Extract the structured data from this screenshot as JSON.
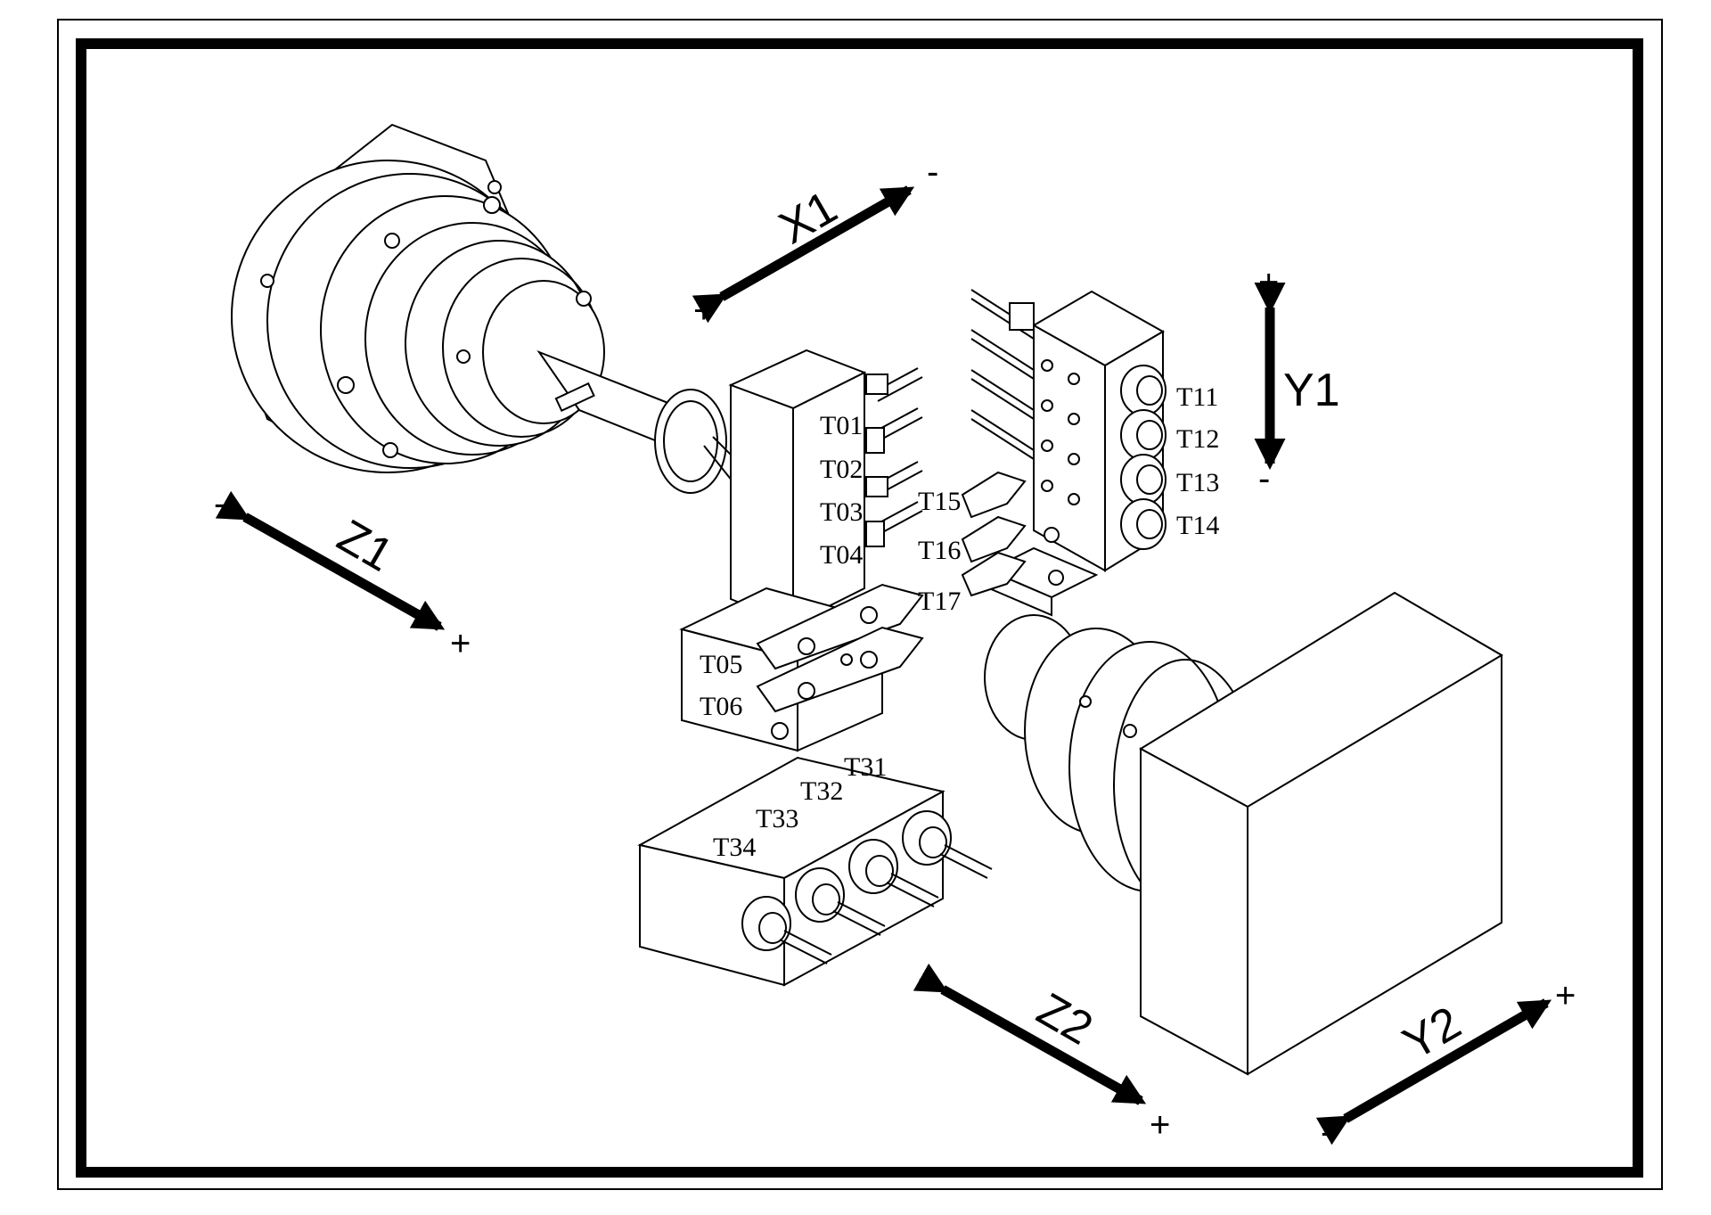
{
  "colors": {
    "ink": "#000000",
    "paper": "#ffffff"
  },
  "tools": {
    "t01": "T01",
    "t02": "T02",
    "t03": "T03",
    "t04": "T04",
    "t05": "T05",
    "t06": "T06",
    "t11": "T11",
    "t12": "T12",
    "t13": "T13",
    "t14": "T14",
    "t15": "T15",
    "t16": "T16",
    "t17": "T17",
    "t31": "T31",
    "t32": "T32",
    "t33": "T33",
    "t34": "T34"
  },
  "axes": {
    "x1": {
      "label": "X1",
      "plus": "+",
      "minus": "-"
    },
    "y1": {
      "label": "Y1",
      "plus": "+",
      "minus": "-"
    },
    "z1": {
      "label": "Z1",
      "plus": "+",
      "minus": "-"
    },
    "z2": {
      "label": "Z2",
      "plus": "+",
      "minus": "-"
    },
    "y2": {
      "label": "Y2",
      "plus": "+",
      "minus": "-"
    }
  },
  "icons": [
    "main-spindle-icon",
    "sub-spindle-icon",
    "tool-block-icon"
  ]
}
